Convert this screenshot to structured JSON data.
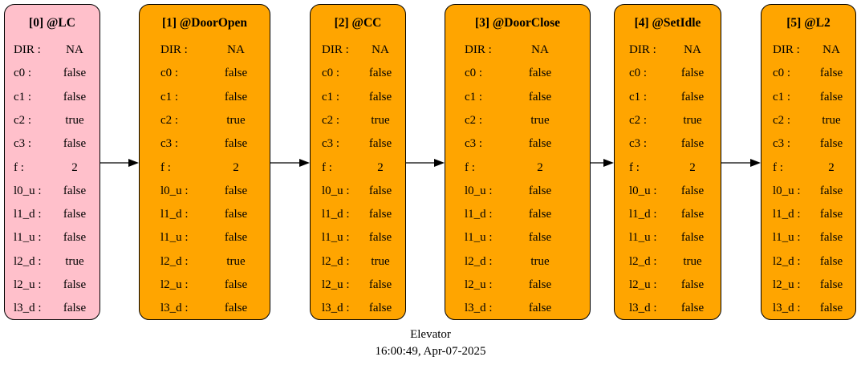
{
  "colors": {
    "initial_fill": "#ffc0cb",
    "state_fill": "#ffa500",
    "border": "#000000",
    "edge": "#000000"
  },
  "nodes": [
    {
      "title": "[0] @LC",
      "initial": true,
      "vars": [
        [
          "DIR :",
          "NA"
        ],
        [
          "c0 :",
          "false"
        ],
        [
          "c1 :",
          "false"
        ],
        [
          "c2 :",
          "true"
        ],
        [
          "c3 :",
          "false"
        ],
        [
          "f :",
          "2"
        ],
        [
          "l0_u :",
          "false"
        ],
        [
          "l1_d :",
          "false"
        ],
        [
          "l1_u :",
          "false"
        ],
        [
          "l2_d :",
          "true"
        ],
        [
          "l2_u :",
          "false"
        ],
        [
          "l3_d :",
          "false"
        ]
      ]
    },
    {
      "title": "[1] @DoorOpen",
      "initial": false,
      "vars": [
        [
          "DIR :",
          "NA"
        ],
        [
          "c0 :",
          "false"
        ],
        [
          "c1 :",
          "false"
        ],
        [
          "c2 :",
          "true"
        ],
        [
          "c3 :",
          "false"
        ],
        [
          "f :",
          "2"
        ],
        [
          "l0_u :",
          "false"
        ],
        [
          "l1_d :",
          "false"
        ],
        [
          "l1_u :",
          "false"
        ],
        [
          "l2_d :",
          "true"
        ],
        [
          "l2_u :",
          "false"
        ],
        [
          "l3_d :",
          "false"
        ]
      ]
    },
    {
      "title": "[2] @CC",
      "initial": false,
      "vars": [
        [
          "DIR :",
          "NA"
        ],
        [
          "c0 :",
          "false"
        ],
        [
          "c1 :",
          "false"
        ],
        [
          "c2 :",
          "true"
        ],
        [
          "c3 :",
          "false"
        ],
        [
          "f :",
          "2"
        ],
        [
          "l0_u :",
          "false"
        ],
        [
          "l1_d :",
          "false"
        ],
        [
          "l1_u :",
          "false"
        ],
        [
          "l2_d :",
          "true"
        ],
        [
          "l2_u :",
          "false"
        ],
        [
          "l3_d :",
          "false"
        ]
      ]
    },
    {
      "title": "[3] @DoorClose",
      "initial": false,
      "vars": [
        [
          "DIR :",
          "NA"
        ],
        [
          "c0 :",
          "false"
        ],
        [
          "c1 :",
          "false"
        ],
        [
          "c2 :",
          "true"
        ],
        [
          "c3 :",
          "false"
        ],
        [
          "f :",
          "2"
        ],
        [
          "l0_u :",
          "false"
        ],
        [
          "l1_d :",
          "false"
        ],
        [
          "l1_u :",
          "false"
        ],
        [
          "l2_d :",
          "true"
        ],
        [
          "l2_u :",
          "false"
        ],
        [
          "l3_d :",
          "false"
        ]
      ]
    },
    {
      "title": "[4] @SetIdle",
      "initial": false,
      "vars": [
        [
          "DIR :",
          "NA"
        ],
        [
          "c0 :",
          "false"
        ],
        [
          "c1 :",
          "false"
        ],
        [
          "c2 :",
          "true"
        ],
        [
          "c3 :",
          "false"
        ],
        [
          "f :",
          "2"
        ],
        [
          "l0_u :",
          "false"
        ],
        [
          "l1_d :",
          "false"
        ],
        [
          "l1_u :",
          "false"
        ],
        [
          "l2_d :",
          "true"
        ],
        [
          "l2_u :",
          "false"
        ],
        [
          "l3_d :",
          "false"
        ]
      ]
    },
    {
      "title": "[5] @L2",
      "initial": false,
      "vars": [
        [
          "DIR :",
          "NA"
        ],
        [
          "c0 :",
          "false"
        ],
        [
          "c1 :",
          "false"
        ],
        [
          "c2 :",
          "true"
        ],
        [
          "c3 :",
          "false"
        ],
        [
          "f :",
          "2"
        ],
        [
          "l0_u :",
          "false"
        ],
        [
          "l1_d :",
          "false"
        ],
        [
          "l1_u :",
          "false"
        ],
        [
          "l2_d :",
          "false"
        ],
        [
          "l2_u :",
          "false"
        ],
        [
          "l3_d :",
          "false"
        ]
      ]
    }
  ],
  "edges": [
    [
      0,
      1
    ],
    [
      1,
      2
    ],
    [
      2,
      3
    ],
    [
      3,
      4
    ],
    [
      4,
      5
    ]
  ],
  "caption": {
    "line1": "Elevator",
    "line2": "16:00:49, Apr-07-2025"
  }
}
